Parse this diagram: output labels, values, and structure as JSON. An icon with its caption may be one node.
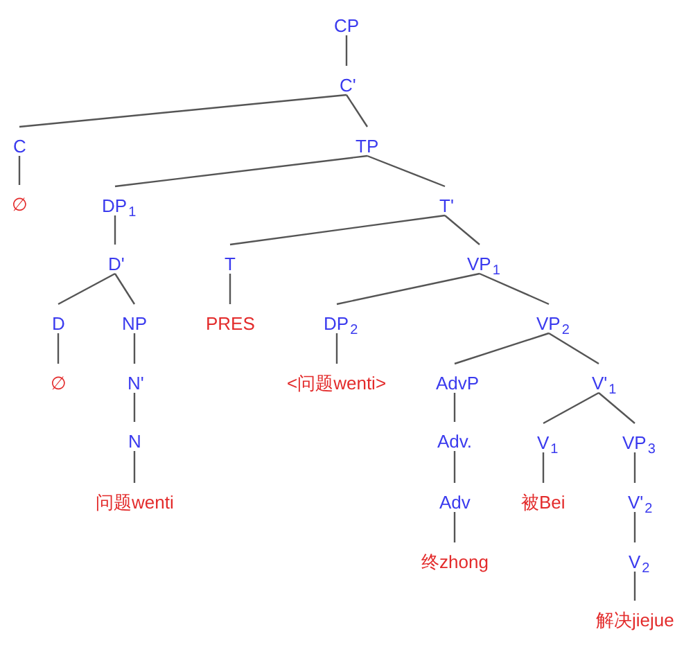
{
  "diagram": {
    "nodes": [
      {
        "text": [
          "CP"
        ]
      },
      {
        "text": [
          "C'"
        ]
      },
      {
        "text": [
          "C"
        ]
      },
      {
        "text": [
          "TP"
        ]
      },
      {
        "text": [
          "∅"
        ]
      },
      {
        "text": [
          "DP$_{1}$"
        ]
      },
      {
        "text": [
          "T'"
        ]
      },
      {
        "text": [
          "D'"
        ]
      },
      {
        "text": [
          "T"
        ]
      },
      {
        "text": [
          "VP$_{1}$"
        ]
      },
      {
        "text": [
          "D"
        ]
      },
      {
        "text": [
          "NP"
        ]
      },
      {
        "text": [
          "PRES"
        ]
      },
      {
        "text": [
          "DP$_{2}$"
        ]
      },
      {
        "text": [
          "VP$_{2}$"
        ]
      },
      {
        "text": [
          "∅"
        ]
      },
      {
        "text": [
          "N'"
        ]
      },
      {
        "text": [
          "<问题wenti>"
        ]
      },
      {
        "text": [
          "AdvP"
        ]
      },
      {
        "text": [
          "V'$_{1}$"
        ]
      },
      {
        "text": [
          "N"
        ]
      },
      {
        "text": [
          "Adv."
        ]
      },
      {
        "text": [
          "V$_{1}$"
        ]
      },
      {
        "text": [
          "VP$_{3}$"
        ]
      },
      {
        "text": [
          "问题wenti"
        ]
      },
      {
        "text": [
          "Adv"
        ]
      },
      {
        "text": [
          "被Bei"
        ]
      },
      {
        "text": [
          "V'$_{2}$"
        ]
      },
      {
        "text": [
          "终zhong"
        ]
      },
      {
        "text": [
          "V$_{2}$"
        ]
      },
      {
        "text": [
          "解决jiejue"
        ]
      }
    ],
    "edges": [
      {
        "from": 0,
        "to": 1,
        "arrow": "none"
      },
      {
        "from": 1,
        "to": 2,
        "arrow": "none"
      },
      {
        "from": 1,
        "to": 3,
        "arrow": "none"
      },
      {
        "from": 2,
        "to": 4,
        "arrow": "none"
      },
      {
        "from": 3,
        "to": 5,
        "arrow": "none"
      },
      {
        "from": 3,
        "to": 6,
        "arrow": "none"
      },
      {
        "from": 5,
        "to": 7,
        "arrow": "none"
      },
      {
        "from": 6,
        "to": 8,
        "arrow": "none"
      },
      {
        "from": 6,
        "to": 9,
        "arrow": "none"
      },
      {
        "from": 7,
        "to": 10,
        "arrow": "none"
      },
      {
        "from": 7,
        "to": 11,
        "arrow": "none"
      },
      {
        "from": 8,
        "to": 12,
        "arrow": "none"
      },
      {
        "from": 9,
        "to": 13,
        "arrow": "none"
      },
      {
        "from": 9,
        "to": 14,
        "arrow": "none"
      },
      {
        "from": 10,
        "to": 15,
        "arrow": "none"
      },
      {
        "from": 11,
        "to": 16,
        "arrow": "none"
      },
      {
        "from": 13,
        "to": 17,
        "arrow": "none"
      },
      {
        "from": 14,
        "to": 18,
        "arrow": "none"
      },
      {
        "from": 14,
        "to": 19,
        "arrow": "none"
      },
      {
        "from": 16,
        "to": 20,
        "arrow": "none"
      },
      {
        "from": 18,
        "to": 21,
        "arrow": "none"
      },
      {
        "from": 19,
        "to": 22,
        "arrow": "none"
      },
      {
        "from": 19,
        "to": 23,
        "arrow": "none"
      },
      {
        "from": 20,
        "to": 24,
        "arrow": "none"
      },
      {
        "from": 21,
        "to": 25,
        "arrow": "none"
      },
      {
        "from": 22,
        "to": 26,
        "arrow": "none"
      },
      {
        "from": 23,
        "to": 27,
        "arrow": "none"
      },
      {
        "from": 25,
        "to": 28,
        "arrow": "none"
      },
      {
        "from": 27,
        "to": 29,
        "arrow": "none"
      },
      {
        "from": 29,
        "to": 30,
        "arrow": "none"
      }
    ]
  }
}
